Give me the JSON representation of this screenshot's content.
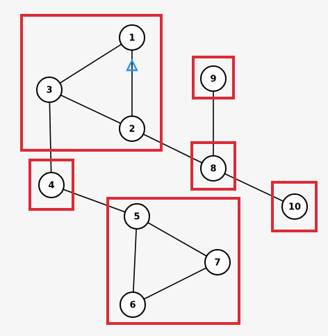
{
  "colors": {
    "background": "#f6f6f6",
    "group_box": "#dd2a35",
    "arrow": "#2196f3",
    "edge": "#000000",
    "node_fill": "#ffffff",
    "node_stroke": "#000000"
  },
  "nodes": [
    {
      "id": "1",
      "label": "1"
    },
    {
      "id": "2",
      "label": "2"
    },
    {
      "id": "3",
      "label": "3"
    },
    {
      "id": "4",
      "label": "4"
    },
    {
      "id": "5",
      "label": "5"
    },
    {
      "id": "6",
      "label": "6"
    },
    {
      "id": "7",
      "label": "7"
    },
    {
      "id": "8",
      "label": "8"
    },
    {
      "id": "9",
      "label": "9"
    },
    {
      "id": "10",
      "label": "10"
    }
  ],
  "edges": [
    {
      "from": "1",
      "to": "3"
    },
    {
      "from": "1",
      "to": "2",
      "arrow_at": "1"
    },
    {
      "from": "3",
      "to": "2"
    },
    {
      "from": "3",
      "to": "4"
    },
    {
      "from": "2",
      "to": "8"
    },
    {
      "from": "9",
      "to": "8"
    },
    {
      "from": "8",
      "to": "10"
    },
    {
      "from": "4",
      "to": "5"
    },
    {
      "from": "5",
      "to": "7"
    },
    {
      "from": "5",
      "to": "6"
    },
    {
      "from": "7",
      "to": "6"
    }
  ],
  "groups": [
    {
      "id": "group-1-2-3",
      "members": [
        "1",
        "2",
        "3"
      ]
    },
    {
      "id": "group-4",
      "members": [
        "4"
      ]
    },
    {
      "id": "group-9",
      "members": [
        "9"
      ]
    },
    {
      "id": "group-8",
      "members": [
        "8"
      ]
    },
    {
      "id": "group-10",
      "members": [
        "10"
      ]
    },
    {
      "id": "group-5-6-7",
      "members": [
        "5",
        "6",
        "7"
      ]
    }
  ]
}
